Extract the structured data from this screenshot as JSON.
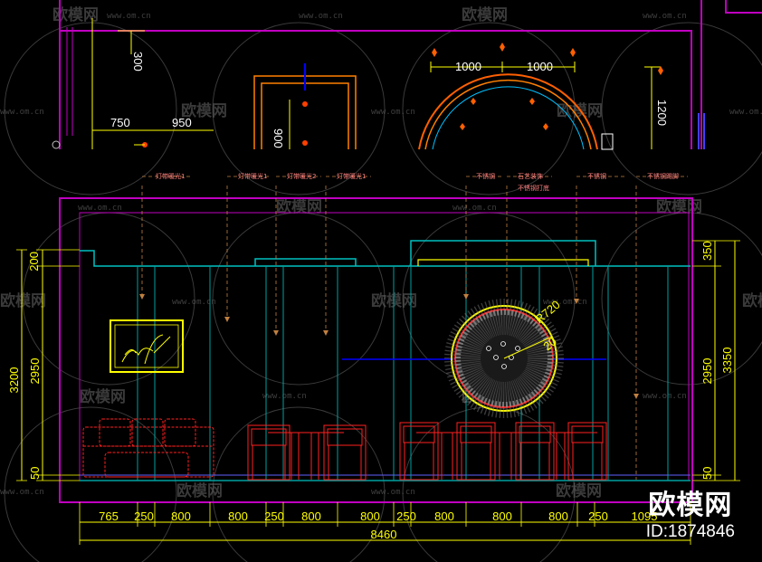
{
  "watermark": {
    "text": "欧模网",
    "url": "www.om.cn"
  },
  "brand": {
    "logo": "欧模网",
    "id": "ID:1874846"
  },
  "top_dims": {
    "d300": "300",
    "d750": "750",
    "d950": "950",
    "d900": "900",
    "d1000a": "1000",
    "d1000b": "1000",
    "d1200": "1200"
  },
  "notes": {
    "n1": "灯带暖光1",
    "n2": "灯带暖光1",
    "n3": "灯带暖光2",
    "n4": "灯带暖光1",
    "n5": "不锈钢",
    "n6a": "石艺装饰",
    "n6b": "不锈钢打底",
    "n7": "不锈钢",
    "n8": "不锈钢踢脚"
  },
  "radius_label": "R720",
  "radius_small": "20",
  "left_dims": {
    "d200": "200",
    "d3200": "3200",
    "d2950": "2950",
    "d50": "50"
  },
  "right_dims": {
    "d350": "350",
    "d3350": "3350",
    "d2950": "2950",
    "d50": "50"
  },
  "bottom_dims": [
    "765",
    "250",
    "800",
    "800",
    "250",
    "800",
    "800",
    "250",
    "800",
    "800",
    "800",
    "250",
    "1095"
  ],
  "total_width": "8460"
}
